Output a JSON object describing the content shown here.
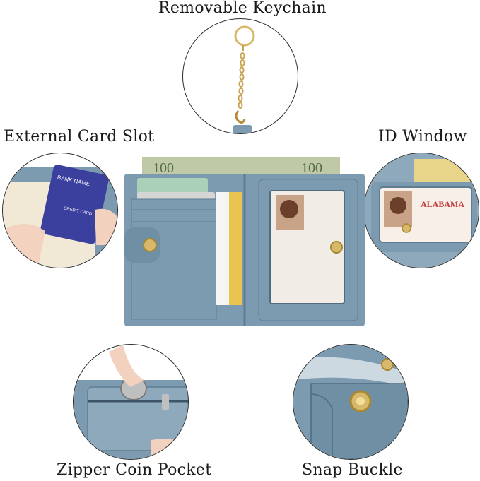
{
  "labels": {
    "keychain": "Removable Keychain",
    "card_slot": "External Card Slot",
    "id_window": "ID Window",
    "coin_pocket": "Zipper Coin Pocket",
    "snap_buckle": "Snap Buckle"
  },
  "card_text": {
    "bank_name": "BANK NAME",
    "credit_card": "CREDIT CARD",
    "alabama": "ALABAMA"
  },
  "colors": {
    "leather": "#7d9bb0",
    "leather_dark": "#5f7d92",
    "leather_light": "#9fb6c6",
    "gold": "#d8b86a",
    "cream": "#f1e8d6",
    "card_blue": "#3b3f9e",
    "money": "#bfc9a8",
    "outline": "#2a2a2a"
  }
}
